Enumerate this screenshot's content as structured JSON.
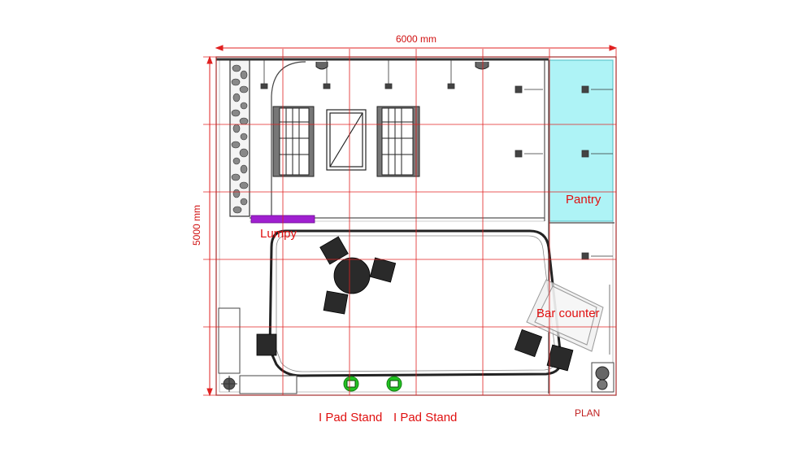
{
  "dimensions": {
    "width": "6000 mm",
    "depth": "5000 mm"
  },
  "labels": {
    "pantry": "Pantry",
    "lumpy": "Lumpy",
    "bar_counter": "Bar counter",
    "ipad_stand_1": "I Pad Stand",
    "ipad_stand_2": "I Pad Stand",
    "plan": "PLAN"
  },
  "colors": {
    "grid": "#e02020",
    "walls": "#333333",
    "pantry_glass": "#aef3f6",
    "lumpy_light": "#a020d0",
    "ipad_stand": "#22c322"
  }
}
